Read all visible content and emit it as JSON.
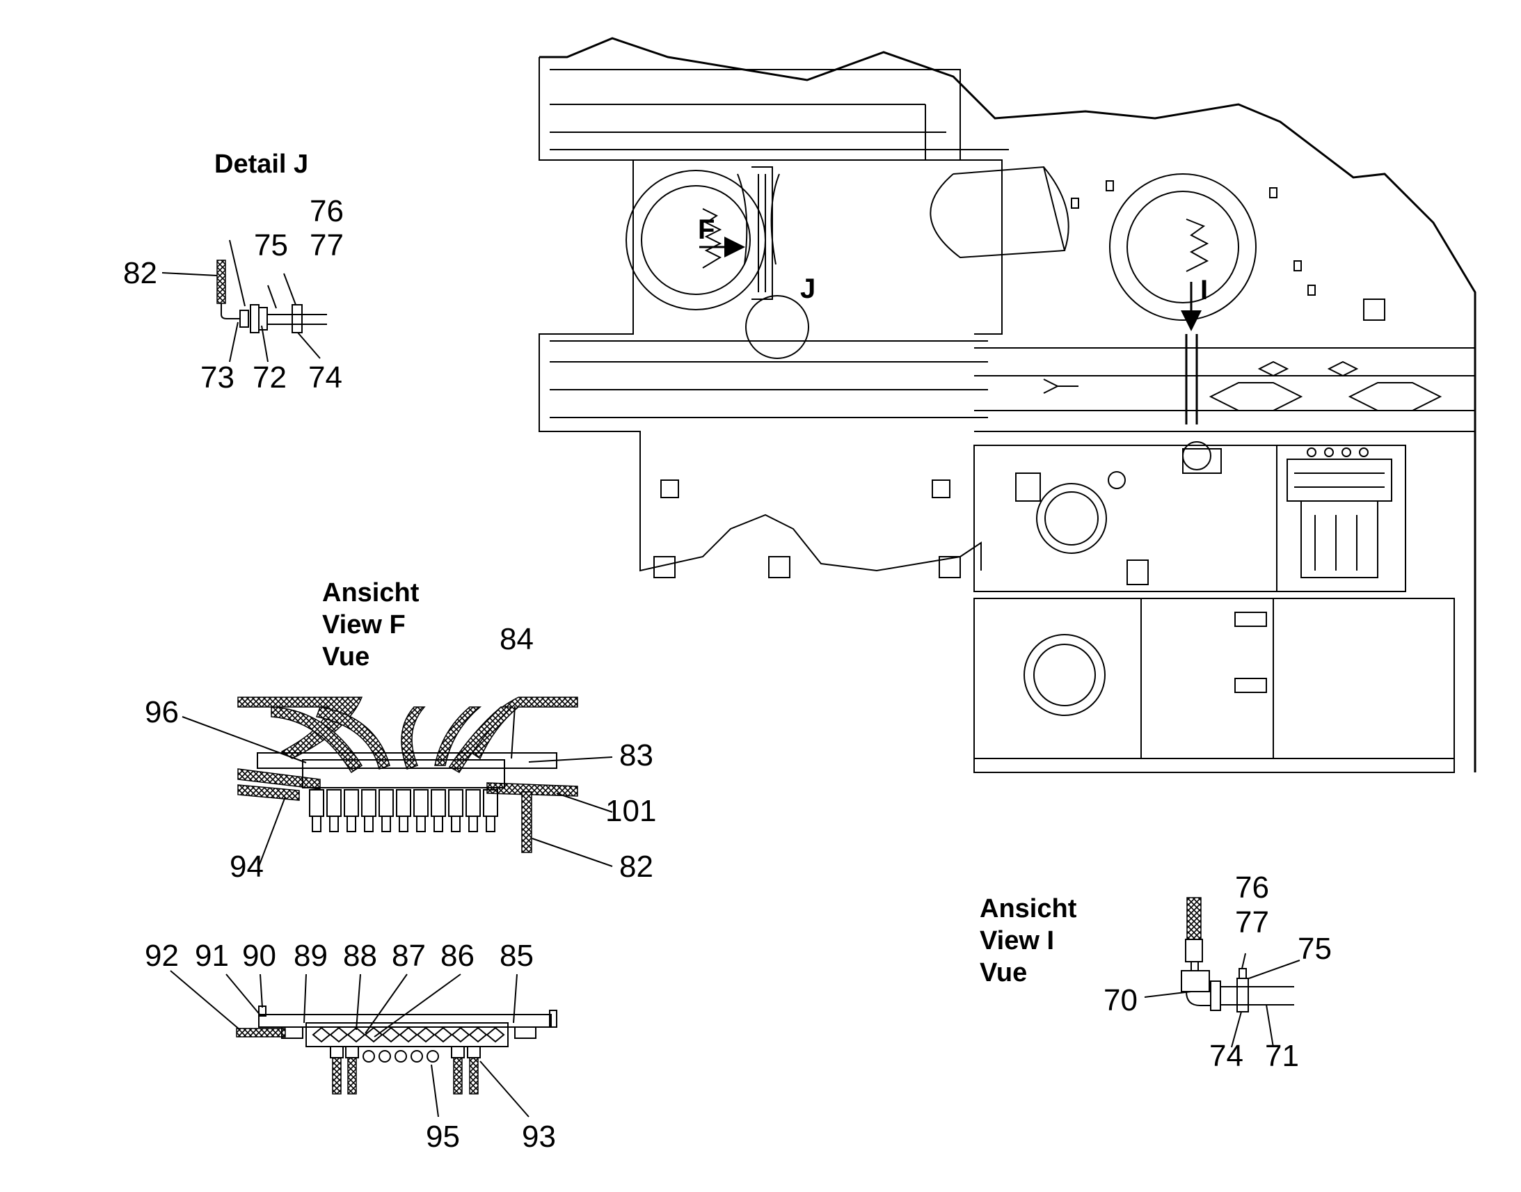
{
  "detail_j": {
    "title": "Detail   J",
    "labels": [
      "76",
      "77",
      "75",
      "82",
      "73",
      "72",
      "74"
    ]
  },
  "view_f": {
    "title": [
      "Ansicht",
      "View      F",
      "Vue"
    ],
    "labels": [
      "84",
      "96",
      "83",
      "101",
      "94",
      "82"
    ]
  },
  "manifold": {
    "labels": [
      "92",
      "91",
      "90",
      "89",
      "88",
      "87",
      "86",
      "85",
      "95",
      "93"
    ]
  },
  "view_i": {
    "title": [
      "Ansicht",
      "View      I",
      "Vue"
    ],
    "labels": [
      "76",
      "77",
      "75",
      "70",
      "74",
      "71"
    ]
  },
  "main": {
    "tag_f": "F",
    "tag_j": "J",
    "tag_i": "I"
  }
}
